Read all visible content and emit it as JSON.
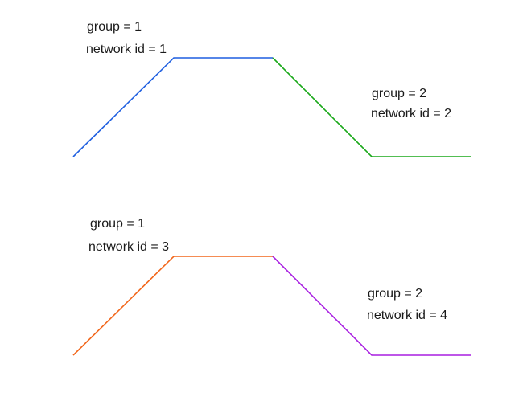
{
  "colors": {
    "blue": "#1f5fe0",
    "green": "#18a818",
    "orange": "#f2661a",
    "purple": "#a81ee0"
  },
  "segments": [
    {
      "id": "net1",
      "color": "blue"
    },
    {
      "id": "net2",
      "color": "green"
    },
    {
      "id": "net3",
      "color": "orange"
    },
    {
      "id": "net4",
      "color": "purple"
    }
  ],
  "labels": [
    {
      "group": "group = 1",
      "network": "network id = 1"
    },
    {
      "group": "group = 2",
      "network": "network id = 2"
    },
    {
      "group": "group = 1",
      "network": "network id = 3"
    },
    {
      "group": "group = 2",
      "network": "network id = 4"
    }
  ]
}
